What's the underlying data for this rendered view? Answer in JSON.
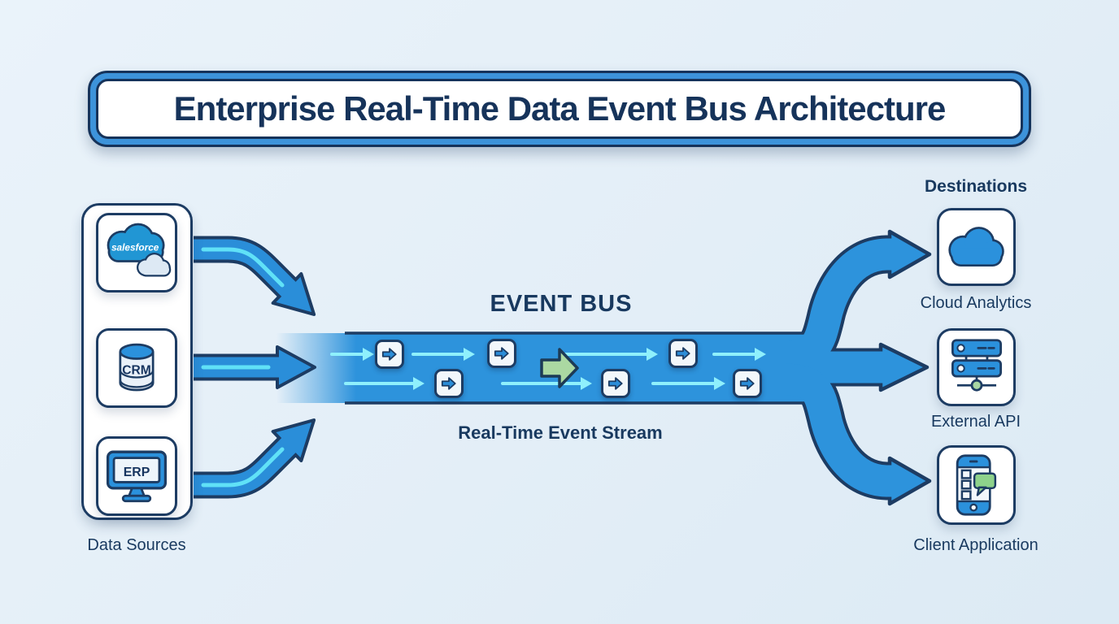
{
  "title": {
    "text": "Enterprise Real-Time Data Event Bus Architecture"
  },
  "sources": {
    "label": "Data Sources",
    "items": [
      {
        "name": "Salesforce",
        "icon": "salesforce-cloud-icon",
        "logo_text": "salesforce"
      },
      {
        "name": "CRM",
        "icon": "database-icon",
        "logo_text": "CRM"
      },
      {
        "name": "ERP",
        "icon": "monitor-icon",
        "logo_text": "ERP"
      }
    ]
  },
  "bus": {
    "title": "EVENT BUS",
    "subtitle": "Real-Time Event Stream",
    "event_token_icon": "arrow-right-token-icon",
    "token_count": 6,
    "highlight_arrow_icon": "green-arrow-icon"
  },
  "destinations": {
    "header": "Destinations",
    "items": [
      {
        "label": "Cloud Analytics",
        "icon": "cloud-icon"
      },
      {
        "label": "External API",
        "icon": "server-stack-icon"
      },
      {
        "label": "Client Application",
        "icon": "mobile-app-icon"
      }
    ]
  },
  "colors": {
    "background": "#e6eff7",
    "outline_navy": "#1d3c63",
    "text_navy": "#16345f",
    "arrow_blue": "#2a8ed9",
    "bus_blue": "#2d93dc",
    "banner_border_blue": "#3d93da",
    "cyan_streak": "#8ff0fc",
    "green_accent": "#abd8a2",
    "bubble_green": "#8ed28b",
    "card_white": "#ffffff"
  }
}
